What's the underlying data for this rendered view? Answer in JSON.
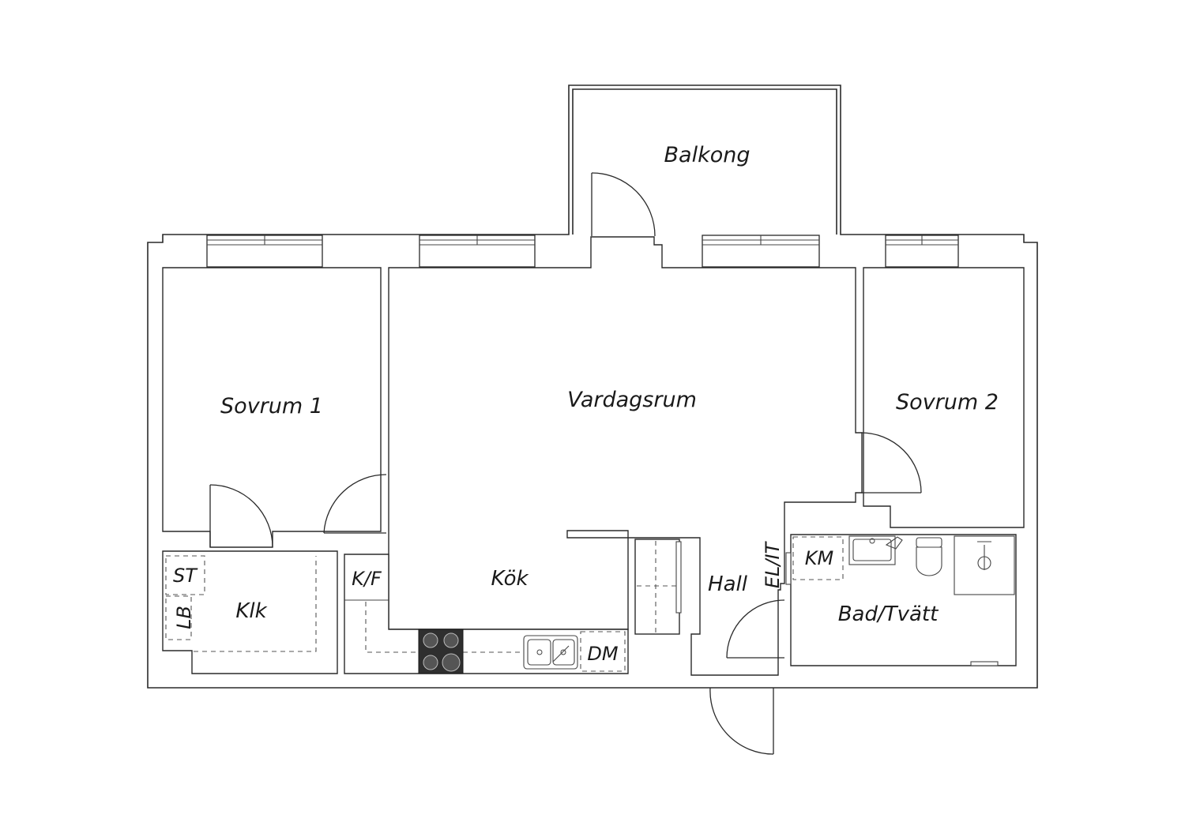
{
  "floorplan": {
    "rooms": {
      "balcony": "Balkong",
      "bedroom1": "Sovrum 1",
      "living": "Vardagsrum",
      "bedroom2": "Sovrum 2",
      "kitchen": "Kök",
      "closet": "Klk",
      "hall": "Hall",
      "bath": "Bad/Tvätt"
    },
    "fixtures": {
      "st": "ST",
      "lb": "LB",
      "kf": "K/F",
      "dm": "DM",
      "km": "KM",
      "elit": "EL/IT"
    }
  }
}
